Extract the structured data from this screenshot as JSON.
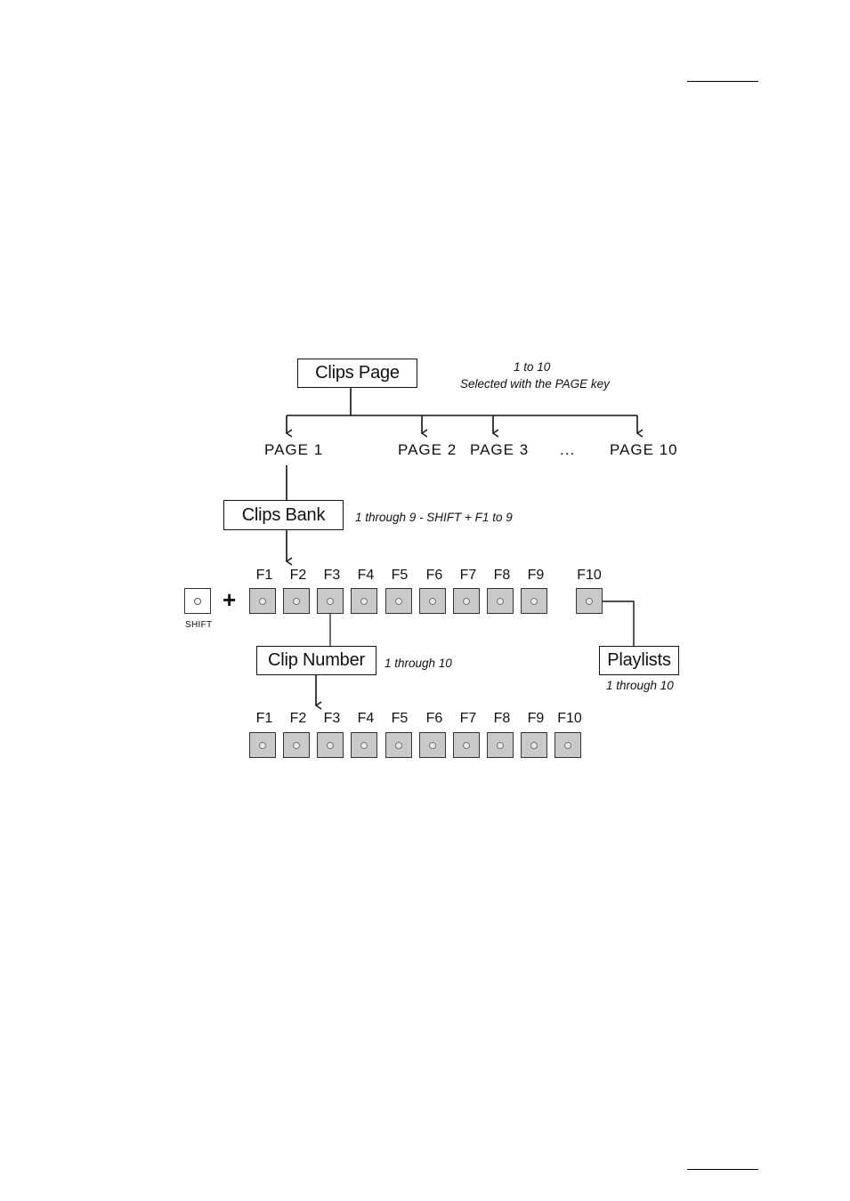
{
  "diagram": {
    "clips_page": {
      "label": "Clips Page",
      "note_line1": "1 to 10",
      "note_line2": "Selected with the PAGE key"
    },
    "pages": [
      "PAGE 1",
      "PAGE 2",
      "PAGE 3",
      "...",
      "PAGE 10"
    ],
    "clips_bank": {
      "label": "Clips Bank",
      "note": "1 through 9 - SHIFT + F1 to 9"
    },
    "shift_key": {
      "label": "SHIFT",
      "plus": "+"
    },
    "bank_keys": [
      "F1",
      "F2",
      "F3",
      "F4",
      "F5",
      "F6",
      "F7",
      "F8",
      "F9",
      "F10"
    ],
    "clip_number": {
      "label": "Clip Number",
      "note": "1 through 10"
    },
    "playlists": {
      "label": "Playlists",
      "note": "1 through 10"
    },
    "clip_keys": [
      "F1",
      "F2",
      "F3",
      "F4",
      "F5",
      "F6",
      "F7",
      "F8",
      "F9",
      "F10"
    ]
  }
}
